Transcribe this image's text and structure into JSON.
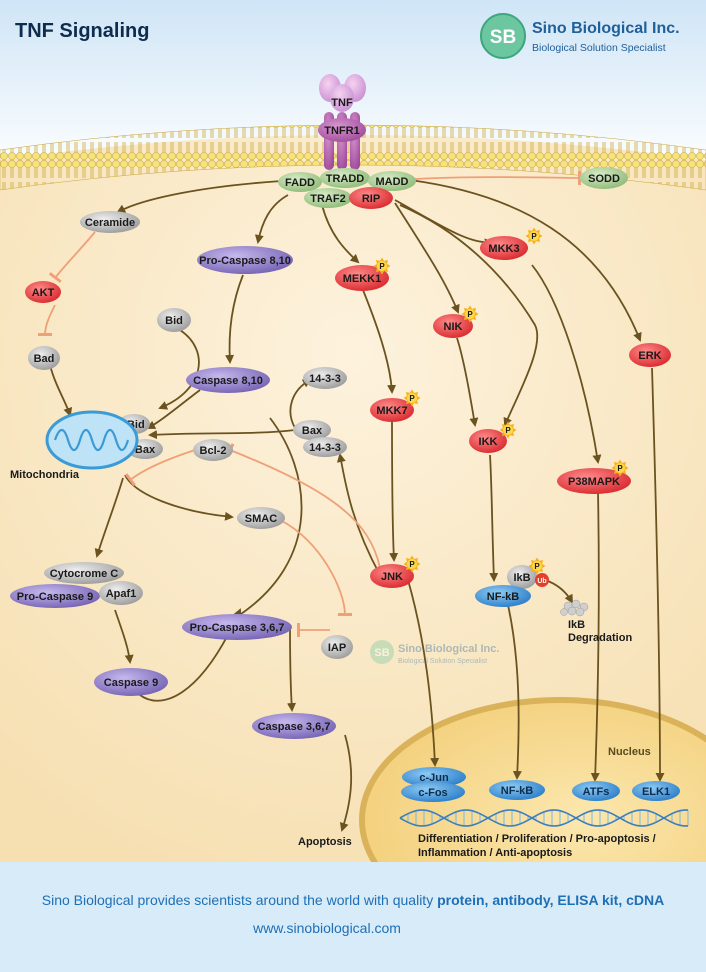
{
  "header": {
    "title": "TNF Signaling",
    "company": "Sino Biological Inc.",
    "tagline": "Biological Solution Specialist",
    "logo_text": "SB"
  },
  "watermark": {
    "company": "Sino Biological Inc.",
    "tagline": "Biological Solution Specialist",
    "logo_text": "SB"
  },
  "nodes": {
    "tnf": "TNF",
    "tnfr1": "TNFR1",
    "fadd": "FADD",
    "tradd": "TRADD",
    "madd": "MADD",
    "sodd": "SODD",
    "traf2": "TRAF2",
    "rip": "RIP",
    "ceramide": "Ceramide",
    "akt": "AKT",
    "bad": "Bad",
    "pro_caspase_8_10": "Pro-Caspase 8,10",
    "bid": "Bid",
    "caspase_8_10": "Caspase 8,10",
    "mekk1": "MEKK1",
    "mkk3": "MKK3",
    "nik": "NIK",
    "erk": "ERK",
    "tbid": "tBid",
    "bax_mito": "Bax",
    "mitochondria": "Mitochondria",
    "bcl2": "Bcl-2",
    "p1433_top": "14-3-3",
    "bax_complex": "Bax",
    "p1433_complex": "14-3-3",
    "mkk7": "MKK7",
    "ikk": "IKK",
    "p38mapk": "P38MAPK",
    "smac": "SMAC",
    "cytochrome_c": "Cytocrome  C",
    "pro_caspase_9": "Pro-Caspase 9",
    "apaf1": "Apaf1",
    "jnk": "JNK",
    "ikb": "IkB",
    "ub": "Ub",
    "nfkb_cyto": "NF-kB",
    "ikb_degradation_line1": "IkB",
    "ikb_degradation_line2": "Degradation",
    "pro_caspase_3_6_7": "Pro-Caspase 3,6,7",
    "iap": "IAP",
    "caspase_9": "Caspase 9",
    "caspase_3_6_7": "Caspase 3,6,7",
    "apoptosis": "Apoptosis",
    "nucleus": "Nucleus",
    "cjun": "c-Jun",
    "cfos": "c-Fos",
    "nfkb_nuc": "NF-kB",
    "atfs": "ATFs",
    "elk1": "ELK1",
    "outcome_line1": "Differentiation / Proliferation / Pro-apoptosis /",
    "outcome_line2": "Inflammation / Anti-apoptosis",
    "phospho": "P"
  },
  "footer": {
    "line1_prefix": "Sino Biological provides scientists around the world with quality ",
    "line1_bold": "protein, antibody, ELISA kit, cDNA",
    "url": "www.sinobiological.com"
  },
  "colors": {
    "red_node": "#e8484c",
    "purple_node": "#8a78c0",
    "gray_node": "#a8a8a8",
    "green_node": "#a9c996",
    "blue_node": "#3a8fd6",
    "arrow": "#6b5320",
    "inhibit": "#f0a078",
    "brand": "#1f5f9a"
  }
}
